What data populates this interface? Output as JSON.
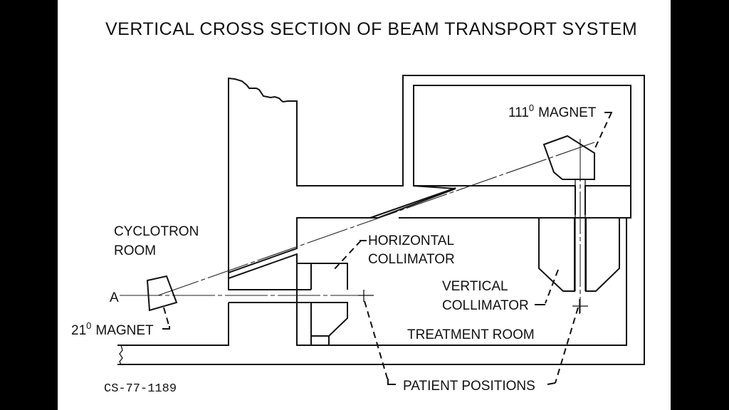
{
  "title": "VERTICAL CROSS SECTION OF BEAM TRANSPORT SYSTEM",
  "labels": {
    "cyclotron_room_line1": "CYCLOTRON",
    "cyclotron_room_line2": "ROOM",
    "beam_origin": "A",
    "magnet_21": "21",
    "magnet_21_degree": "0",
    "magnet_21_suffix": "MAGNET",
    "magnet_111": "111",
    "magnet_111_degree": "0",
    "magnet_111_suffix": "MAGNET",
    "horizontal_collimator_line1": "HORIZONTAL",
    "horizontal_collimator_line2": "COLLIMATOR",
    "vertical_collimator_line1": "VERTICAL",
    "vertical_collimator_line2": "COLLIMATOR",
    "treatment_room": "TREATMENT ROOM",
    "patient_positions": "PATIENT POSITIONS"
  },
  "figure_code": "CS-77-1189",
  "colors": {
    "background": "#ffffff",
    "border": "#000000",
    "ink": "#111111"
  }
}
